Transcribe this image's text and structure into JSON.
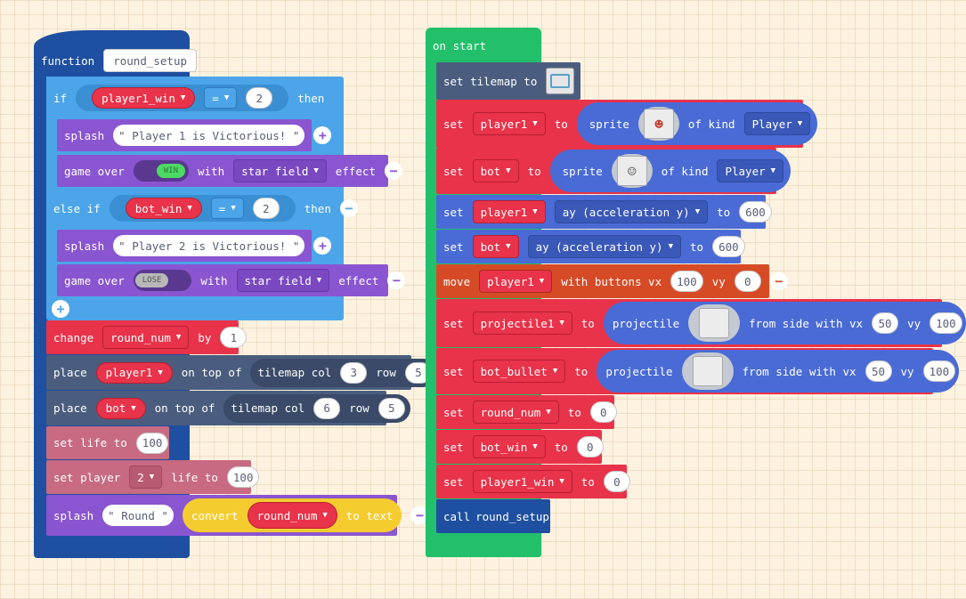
{
  "colors": {
    "function_block": "#1e4fa0",
    "logic": "#4ca5e8",
    "sprites": "#4a6bd6",
    "info": "#e8334a",
    "scene": "#4b5d7e",
    "game": "#8a55d0",
    "controller": "#d64b26",
    "text": "#f5cc30",
    "loops": "#22c06a",
    "multiplayer": "#c76a82"
  },
  "left": {
    "func_keyword": "function",
    "func_name": "round_setup",
    "if_kw": "if",
    "then_kw": "then",
    "cond1_var": "player1_win",
    "cond1_op": "=",
    "cond1_val": "2",
    "splash_kw": "splash",
    "splash1_text": "Player 1 is Victorious!",
    "gameover_kw": "game over",
    "win_label": "WIN",
    "with_kw": "with",
    "effect_name": "star field",
    "effect_kw": "effect",
    "elseif_kw": "else if",
    "cond2_var": "bot_win",
    "cond2_op": "=",
    "cond2_val": "2",
    "splash2_text": "Player 2 is Victorious!",
    "lose_label": "LOSE",
    "change_kw": "change",
    "change_var": "round_num",
    "by_kw": "by",
    "change_val": "1",
    "place_kw": "place",
    "place1_var": "player1",
    "ontop_kw": "on top of",
    "tilemap_col_kw": "tilemap col",
    "row_kw": "row",
    "place1_col": "3",
    "place1_row": "5",
    "place2_var": "bot",
    "place2_col": "6",
    "place2_row": "5",
    "setlife_kw": "set life to",
    "setlife_val": "100",
    "setplayer_kw": "set player",
    "player_num": "2",
    "lifeto_kw": "life to",
    "player_life_val": "100",
    "round_text": "Round",
    "convert_kw": "convert",
    "convert_var": "round_num",
    "totext_kw": "to text"
  },
  "right": {
    "onstart_kw": "on start",
    "set_tilemap_kw": "set tilemap to",
    "set_kw": "set",
    "to_kw": "to",
    "sprite_kw": "sprite",
    "ofkind_kw": "of kind",
    "kind_val": "Player",
    "var_player1": "player1",
    "var_bot": "bot",
    "ay_prop": "ay (acceleration y)",
    "ay_val": "600",
    "move_kw": "move",
    "withbuttons_kw": "with buttons vx",
    "vx_val": "100",
    "vy_kw": "vy",
    "vy_val": "0",
    "var_projectile1": "projectile1",
    "projectile_kw": "projectile",
    "fromside_kw": "from side with vx",
    "proj_vx": "50",
    "proj_vy": "100",
    "var_bot_bullet": "bot_bullet",
    "var_round_num": "round_num",
    "var_bot_win": "bot_win",
    "var_player1_win": "player1_win",
    "zero_val": "0",
    "call_kw": "call",
    "call_name": "round_setup"
  }
}
